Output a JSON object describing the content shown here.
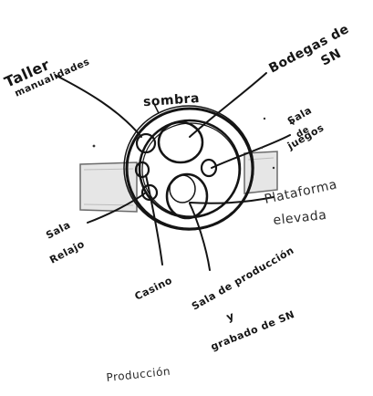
{
  "diagram": {
    "labels": {
      "taller_line1": "Taller",
      "taller_line2": "manualidades",
      "bodegas_line1": "Bodegas de",
      "bodegas_line2": "SN",
      "sombra": "sombra",
      "sala_juegos_line1": "Sala",
      "sala_juegos_line2": "de",
      "sala_juegos_line3": "juegos",
      "plataforma_line1": "Plataforma",
      "plataforma_line2": "elevada",
      "sala_relajo_line1": "Sala",
      "sala_relajo_line2": "Relajo",
      "casino": "Casino",
      "produccion_line1": "Sala de producción",
      "produccion_line2": "y",
      "produccion_line3": "grabado de SN",
      "footer": "Producción"
    },
    "ink_color": "#141414",
    "platform_fill": "#e6e6e6"
  }
}
